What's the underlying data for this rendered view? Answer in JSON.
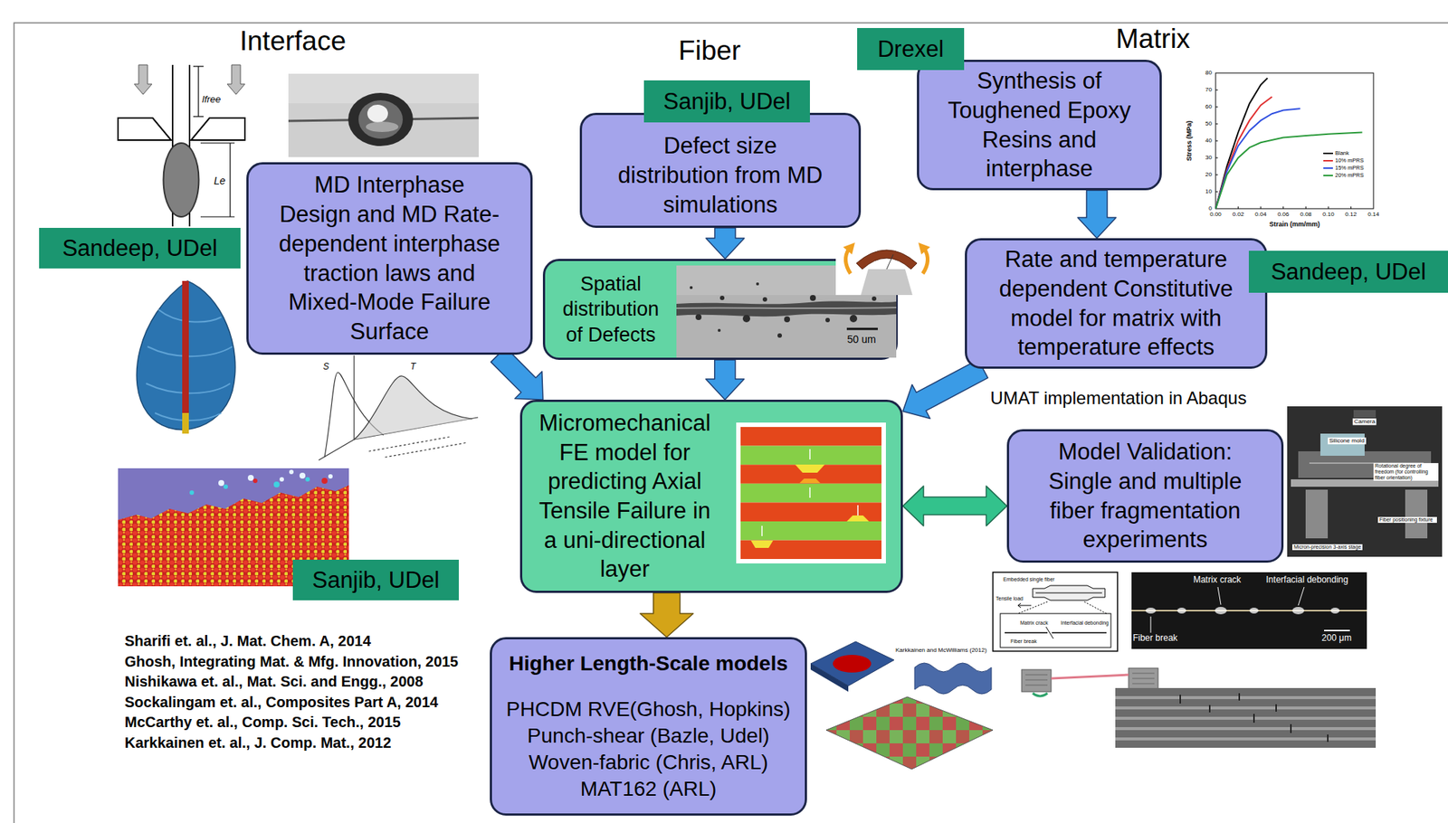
{
  "diagram": {
    "nodes": [
      {
        "text": [
          "Drexel"
        ]
      },
      {
        "text": [
          "Synthesis of Toughened Epoxy Resins and interphase"
        ]
      },
      {
        "text": [
          "Sanjib, UDel"
        ]
      },
      {
        "text": [
          "Defect size distribution from MD simulations"
        ]
      },
      {
        "text": [
          "MD Interphase Design and MD Rate-dependent interphase traction laws and Mixed-Mode Failure Surface"
        ]
      },
      {
        "text": [
          "Sandeep, UDel"
        ]
      },
      {
        "text": [
          "Rate and temperature dependent Constitutive model for matrix with temperature effects"
        ]
      },
      {
        "text": [
          "Sandeep, UDel"
        ]
      },
      {
        "text": [
          "Spatial distribution of Defects"
        ]
      },
      {
        "text": [
          "Micromechanical FE model for predicting Axial Tensile Failure in a uni-directional layer"
        ]
      },
      {
        "text": [
          "Model Validation: Single and multiple fiber fragmentation experiments"
        ]
      },
      {
        "text": [
          "Sanjib, UDel"
        ]
      },
      {
        "text": [
          "Higher Length-Scale models",
          "PHCDM RVE(Ghosh, Hopkins) Punch-shear (Bazle, Udel) Woven-fabric (Chris, ARL) MAT162 (ARL)"
        ]
      }
    ],
    "edges": [
      {
        "from": 3,
        "to": 8,
        "arrow": "to"
      },
      {
        "from": 8,
        "to": 9,
        "arrow": "to"
      },
      {
        "from": 4,
        "to": 9,
        "arrow": "to"
      },
      {
        "from": 1,
        "to": 6,
        "arrow": "to"
      },
      {
        "from": 6,
        "to": 9,
        "arrow": "to",
        "label": "UMAT implementation in Abaqus"
      },
      {
        "from": 9,
        "to": 10,
        "arrow": "both"
      },
      {
        "from": 9,
        "to": 12,
        "arrow": "to"
      }
    ],
    "labels": [
      "Interface",
      "Fiber",
      "Matrix",
      "lfree",
      "Le",
      "S",
      "T",
      "Sharifi et. al., J. Mat. Chem. A, 2014",
      "Ghosh, Integrating Mat. & Mfg. Innovation, 2015",
      "Nishikawa et. al., Mat. Sci. and Engg., 2008",
      "Sockalingam et. al., Composites Part A, 2014",
      "McCarthy et. al., Comp. Sci. Tech., 2015",
      "Karkkainen et. al., J. Comp. Mat., 2012",
      "50 um",
      "Stress (MPa)",
      "Strain (mm/mm)",
      "0",
      "10",
      "20",
      "30",
      "40",
      "50",
      "60",
      "70",
      "80",
      "0.00",
      "0.02",
      "0.04",
      "0.06",
      "0.08",
      "0.10",
      "0.12",
      "0.14",
      "Camera",
      "Silicone mold",
      "Rotational degree of freedom (for controlling fiber orientation)",
      "Fiber positioning fixture",
      "Micron-precision 3-axis stage",
      "Embedded single fiber",
      "Tensile load",
      "Matrix crack",
      "Interfacial debonding",
      "Fiber break",
      "Matrix crack",
      "Interfacial debonding",
      "Fiber break",
      "200 μm",
      "Karkkainen and McWilliams (2012)"
    ],
    "legend": [
      {
        "text": "Blank"
      },
      {
        "text": "10% mPRS"
      },
      {
        "text": "15% mPRS"
      },
      {
        "text": "20% mPRS"
      }
    ]
  }
}
